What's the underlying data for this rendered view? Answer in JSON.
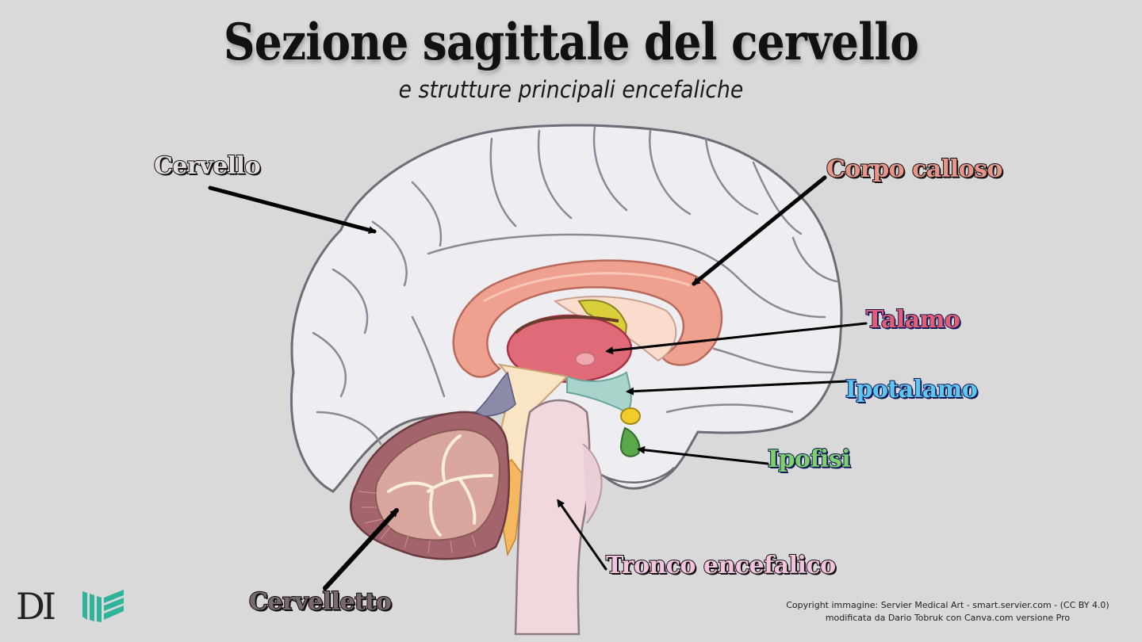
{
  "header": {
    "title": "Sezione sagittale del cervello",
    "subtitle": "e strutture principali encefaliche"
  },
  "labels": {
    "cervello": {
      "text": "Cervello",
      "fill": "#e4dce0",
      "stroke": "#111111"
    },
    "corpo_calloso": {
      "text": "Corpo calloso",
      "fill": "#e8958a",
      "stroke": "#111111"
    },
    "talamo": {
      "text": "Talamo",
      "fill": "#e25e72",
      "stroke": "#1b1b5e"
    },
    "ipotalamo": {
      "text": "Ipotalamo",
      "fill": "#5fc7ef",
      "stroke": "#0d1b5a"
    },
    "ipofisi": {
      "text": "Ipofisi",
      "fill": "#7fcf6a",
      "stroke": "#0d1b5a"
    },
    "tronco_encefalico": {
      "text": "Tronco encefalico",
      "fill": "#f3c3df",
      "stroke": "#111111"
    },
    "cervelletto": {
      "text": "Cervelletto",
      "fill": "#7a6a6e",
      "stroke": "#111111"
    }
  },
  "footer": {
    "credit_line1": "Copyright immagine: Servier Medical Art - smart.servier.com - (CC BY 4.0)",
    "credit_line2": "modificata da Dario Tobruk con Canva.com versione Pro",
    "logo_text": "DI",
    "logo_icon": "book-stripes-icon",
    "logo_color": "#2fb39a"
  }
}
